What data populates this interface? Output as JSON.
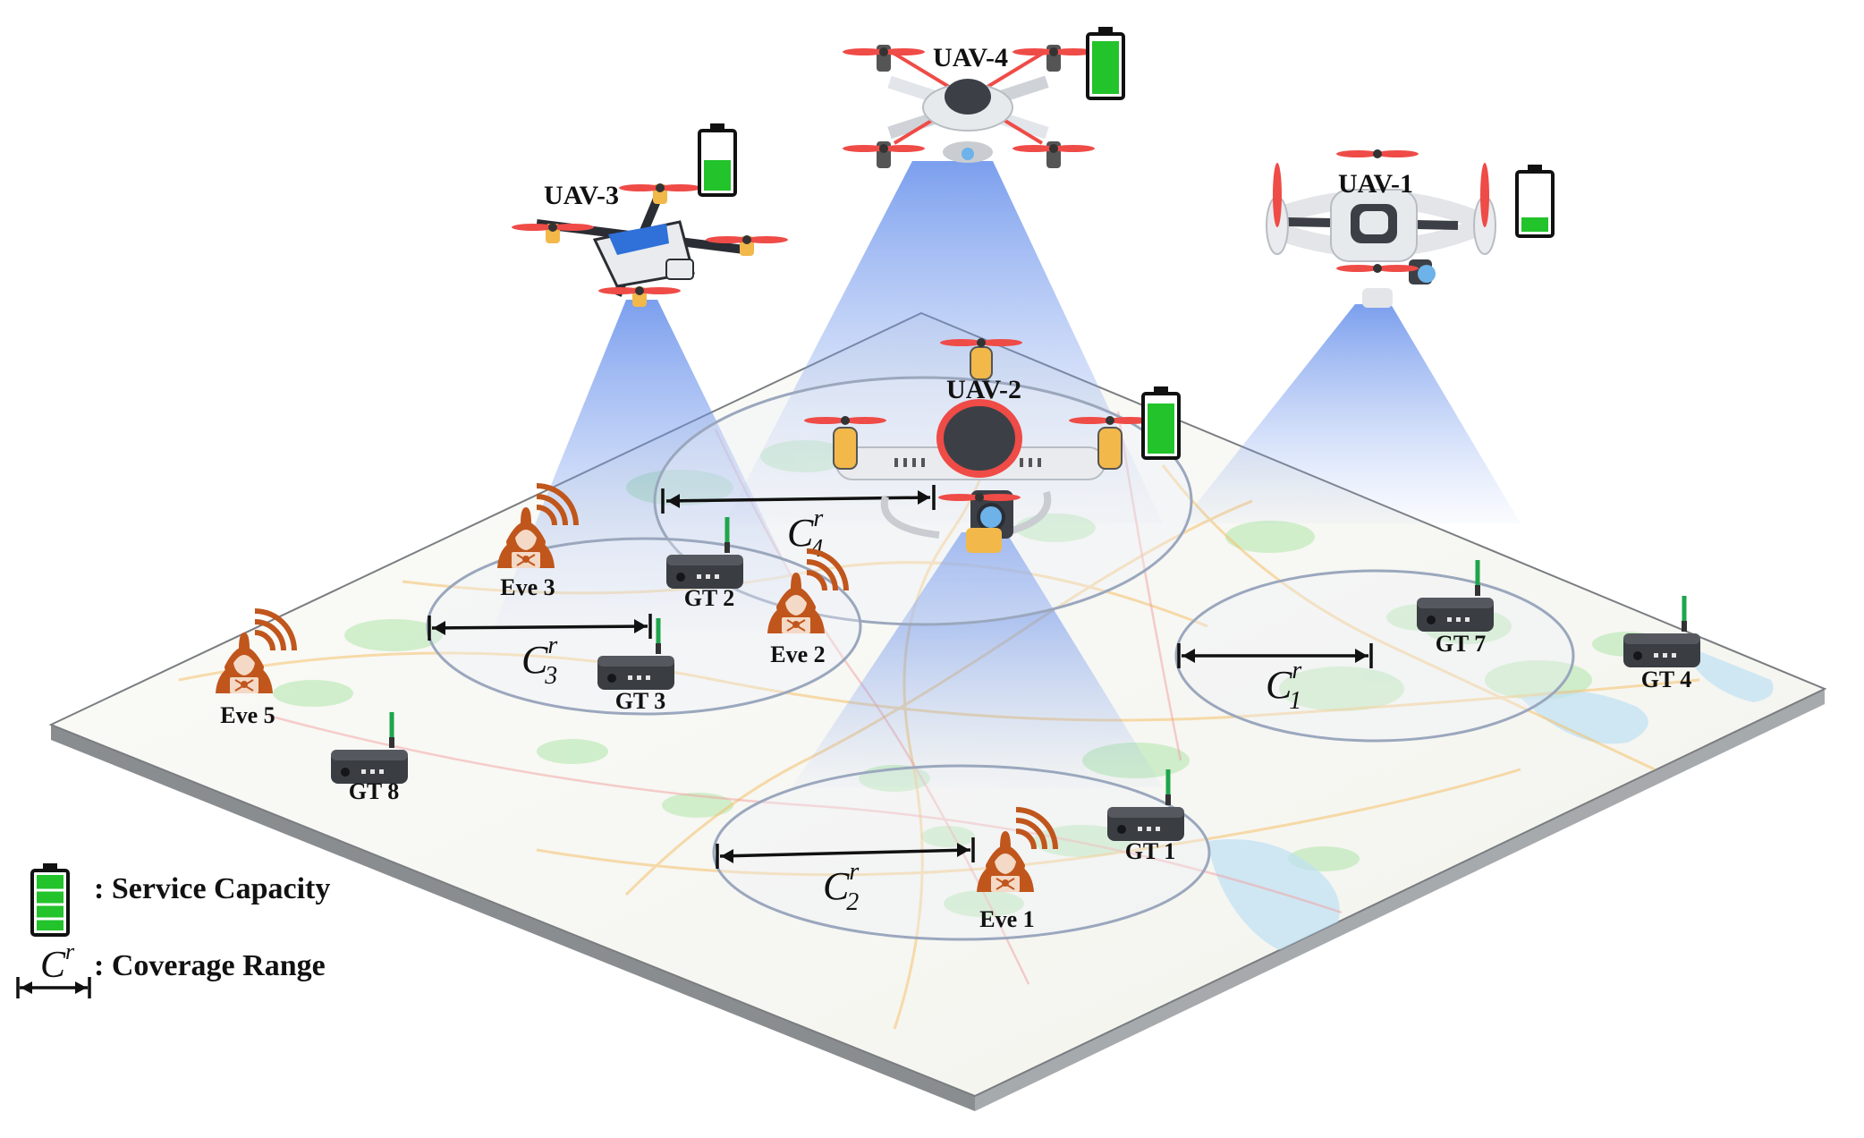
{
  "colors": {
    "battery_green": "#22c32b",
    "eve_orange": "#c0561c",
    "beam_blue": "#5f86e8",
    "map_green": "#9fe39a",
    "device_dark": "#3a3d42",
    "antenna_green": "#1fa54b"
  },
  "uavs": [
    {
      "id": "uav1",
      "label": "UAV-1",
      "battery_level": 0.25
    },
    {
      "id": "uav2",
      "label": "UAV-2",
      "battery_level": 0.9
    },
    {
      "id": "uav3",
      "label": "UAV-3",
      "battery_level": 0.55
    },
    {
      "id": "uav4",
      "label": "UAV-4",
      "battery_level": 0.95
    }
  ],
  "coverage": [
    {
      "id": "c1",
      "symbol": "C",
      "sup": "r",
      "sub": "1"
    },
    {
      "id": "c2",
      "symbol": "C",
      "sup": "r",
      "sub": "2"
    },
    {
      "id": "c3",
      "symbol": "C",
      "sup": "r",
      "sub": "3"
    },
    {
      "id": "c4",
      "symbol": "C",
      "sup": "r",
      "sub": "4"
    }
  ],
  "ground_terminals": [
    "GT 1",
    "GT 2",
    "GT 3",
    "GT 4",
    "GT 7",
    "GT 8"
  ],
  "eavesdroppers": [
    "Eve 1",
    "Eve 2",
    "Eve 3",
    "Eve 5"
  ],
  "legend": {
    "capacity": ": Service Capacity",
    "range_symbol": "C",
    "range_sup": "r",
    "range": ": Coverage Range",
    "capacity_icon": "battery-icon",
    "range_icon": "double-arrow-icon"
  }
}
